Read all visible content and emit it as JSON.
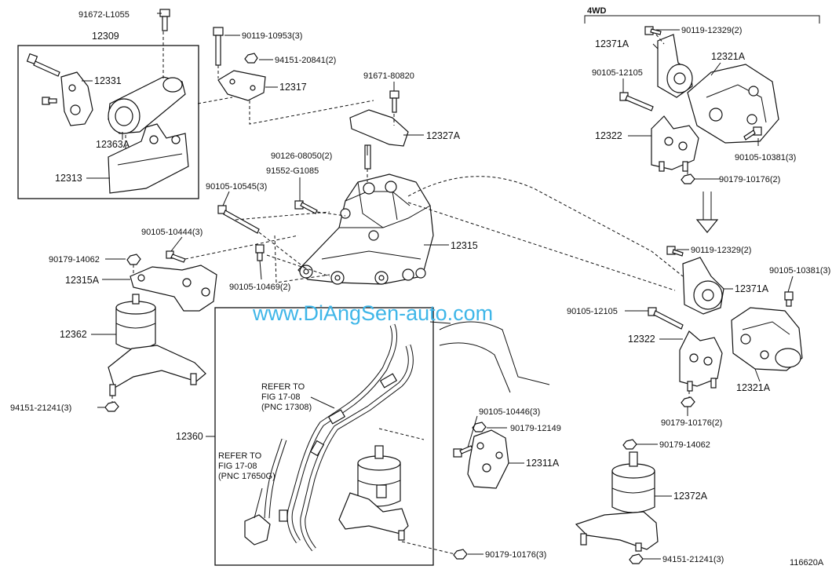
{
  "watermark": "www.DiAngSen-auto.com",
  "diagram_id": "116620A",
  "section_4wd": "4WD",
  "labels": {
    "p91672": "91672-L1055",
    "p12309": "12309",
    "p90119_10953": "90119-10953(3)",
    "p94151_20841": "94151-20841(2)",
    "p12331": "12331",
    "p12317": "12317",
    "p12363A": "12363A",
    "p12313": "12313",
    "p91671": "91671-80820",
    "p12327A": "12327A",
    "p90126": "90126-08050(2)",
    "p91552": "91552-G1085",
    "p90105_10545": "90105-10545(3)",
    "p90105_10444": "90105-10444(3)",
    "p90179_14062_l": "90179-14062",
    "p12315A": "12315A",
    "p90105_10469": "90105-10469(2)",
    "p12315": "12315",
    "p12362": "12362",
    "p94151_21241_l": "94151-21241(3)",
    "p12360": "12360",
    "refer1_l1": "REFER TO",
    "refer1_l2": "FIG 17-08",
    "refer1_l3": "(PNC 17308)",
    "refer2_l1": "REFER TO",
    "refer2_l2": "FIG 17-08",
    "refer2_l3": "(PNC 17650G)",
    "p90105_10446": "90105-10446(3)",
    "p90179_12149": "90179-12149",
    "p12311A": "12311A",
    "p90179_10176_b": "90179-10176(3)",
    "p90119_12329_t": "90119-12329(2)",
    "p12371A_t": "12371A",
    "p12321A_t": "12321A",
    "p90105_12105_t": "90105-12105",
    "p12322_t": "12322",
    "p90105_10381_t": "90105-10381(3)",
    "p90179_10176_t": "90179-10176(2)",
    "p90119_12329_m": "90119-12329(2)",
    "p12371A_m": "12371A",
    "p90105_10381_m": "90105-10381(3)",
    "p90105_12105_m": "90105-12105",
    "p12322_m": "12322",
    "p12321A_m": "12321A",
    "p90179_10176_m": "90179-10176(2)",
    "p90179_14062_r": "90179-14062",
    "p12372A": "12372A",
    "p94151_21241_r": "94151-21241(3)"
  }
}
